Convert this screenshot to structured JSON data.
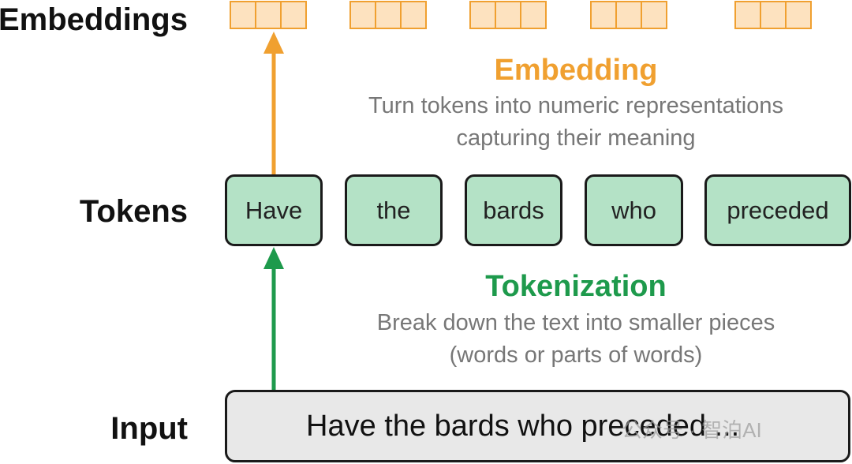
{
  "labels": {
    "embeddings": "Embeddings",
    "tokens": "Tokens",
    "input": "Input"
  },
  "embedding_step": {
    "title": "Embedding",
    "description_line1": "Turn tokens into numeric representations",
    "description_line2": "capturing their meaning"
  },
  "tokenization_step": {
    "title": "Tokenization",
    "description_line1": "Break down the text into smaller pieces",
    "description_line2": "(words or parts of words)"
  },
  "tokens": [
    "Have",
    "the",
    "bards",
    "who",
    "preceded"
  ],
  "input_text": "Have the bards who preceded ...",
  "watermark": "公众号 · 智泊AI",
  "embedding_vectors": {
    "count": 5,
    "cells_per_vector": 3
  },
  "colors": {
    "embedding_orange": "#f0a030",
    "embedding_fill": "#fde2bf",
    "token_fill": "#b4e2c6",
    "tokenization_green": "#1e9a4c",
    "input_fill": "#e8e8e8",
    "description_gray": "#777777"
  }
}
